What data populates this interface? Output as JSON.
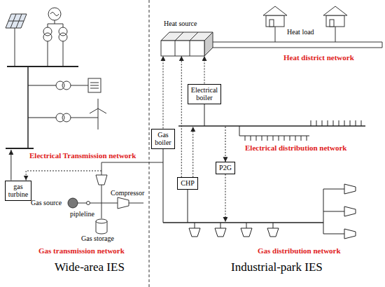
{
  "diagram": {
    "nodes": [
      {
        "text": [
          "Heat source"
        ]
      },
      {
        "text": [
          "Gas boiler"
        ]
      },
      {
        "text": [
          "Electrical boiler"
        ]
      },
      {
        "text": [
          "gas turbine"
        ]
      },
      {
        "text": [
          "CHP"
        ]
      },
      {
        "text": [
          "P2G"
        ]
      }
    ],
    "edges": [
      {
        "from": 1,
        "to": 0,
        "arrow": "to"
      },
      {
        "from": 2,
        "to": 0,
        "arrow": "to"
      },
      {
        "from": 4,
        "to": 0,
        "arrow": "to"
      }
    ],
    "labels": [
      "Heat load",
      "Heat district network",
      "Electrical Transmission network",
      "Electrical distribution network",
      "Gas source",
      "Compressor",
      "pipleline",
      "Gas storage",
      "Gas transmission network",
      "Gas distribution network",
      "Wide-area IES",
      "Industrial-park IES"
    ]
  }
}
